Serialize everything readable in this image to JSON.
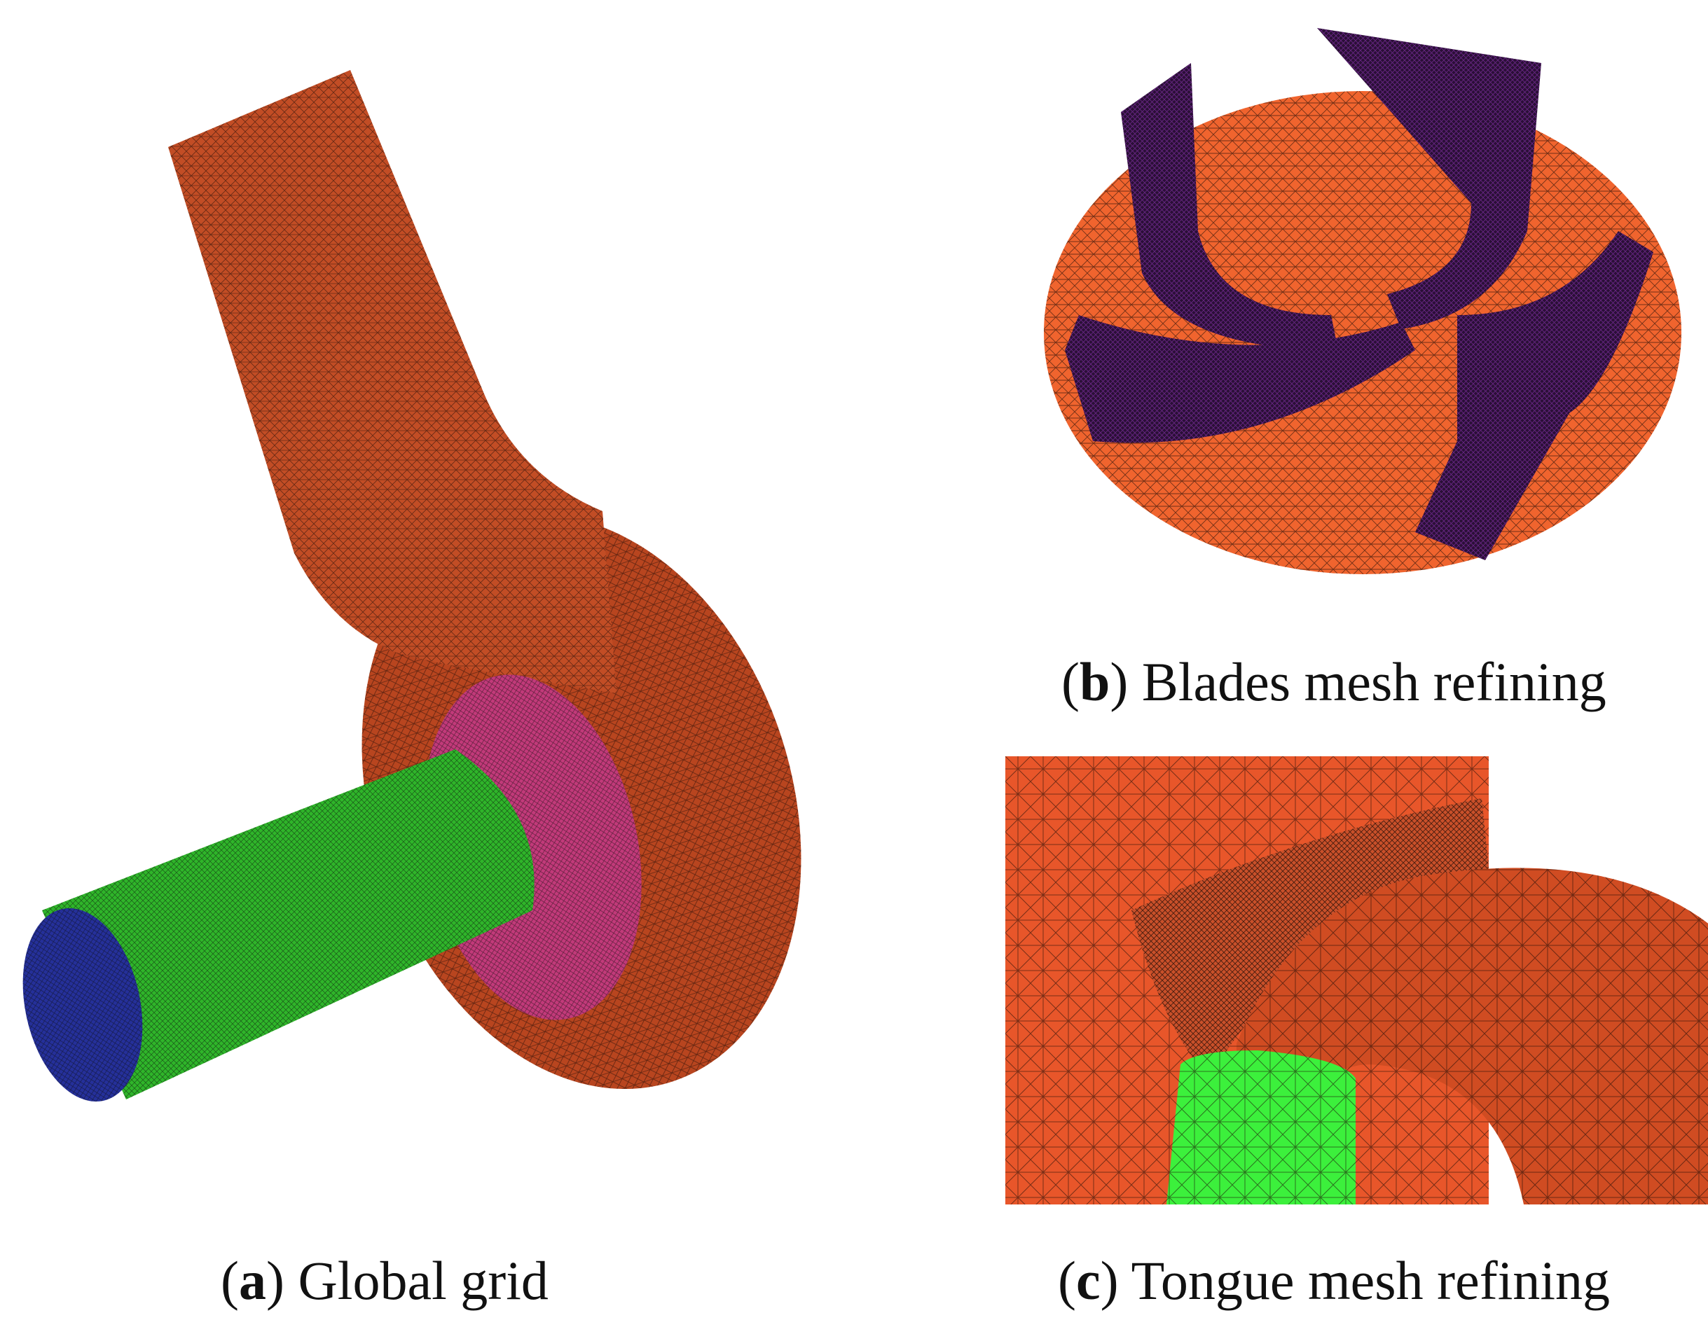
{
  "captions": {
    "a": {
      "open": "(",
      "letter": "a",
      "close": ")",
      "text": " Global grid"
    },
    "b": {
      "open": "(",
      "letter": "b",
      "close": ")",
      "text": " Blades mesh refining"
    },
    "c": {
      "open": "(",
      "letter": "c",
      "close": ")",
      "text": " Tongue mesh refining"
    }
  },
  "colors": {
    "volute": "#c9502a",
    "volute_dark": "#8a3418",
    "inlet": "#2fb52a",
    "inlet_bright": "#3cf03c",
    "inlet_face": "#25309a",
    "impeller": "#c23a7a",
    "blade": "#3a1a4a",
    "hub": "#f0642e",
    "mesh_line": "#1a0a05"
  }
}
